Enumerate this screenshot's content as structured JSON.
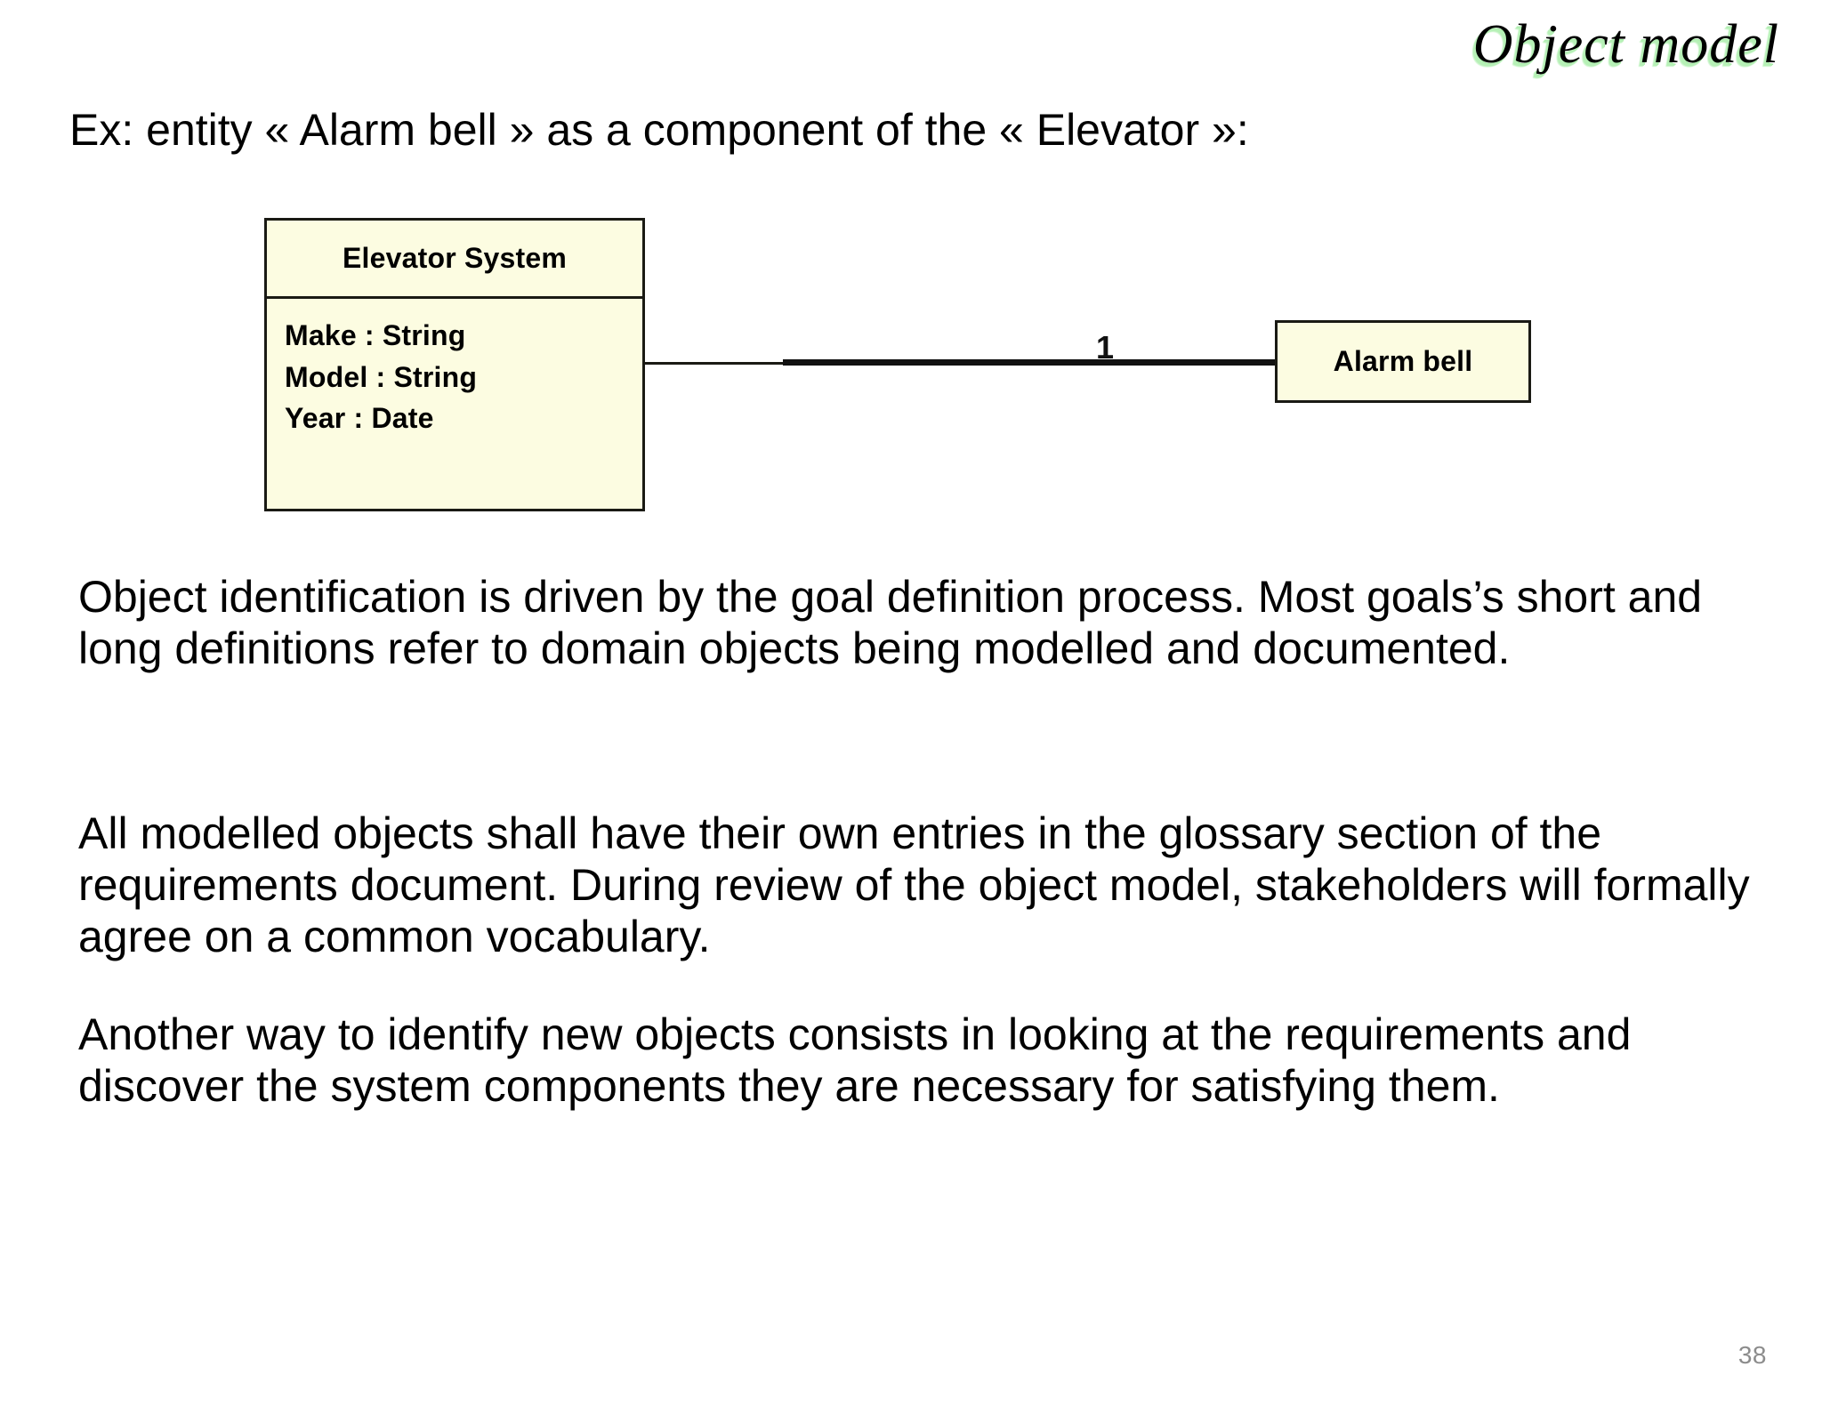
{
  "slide": {
    "title": "Object model",
    "title_accent_color": "#b6f0b6",
    "page_number": "38",
    "intro_line": "Ex: entity « Alarm bell » as a component of the « Elevator »:"
  },
  "diagram": {
    "fill_color": "#fcfce1",
    "stroke_color": "#1a1a14",
    "classes": [
      {
        "name": "Elevator System",
        "attributes": [
          "Make : String",
          "Model : String",
          "Year : Date"
        ]
      },
      {
        "name": "Alarm bell",
        "attributes": []
      }
    ],
    "association": {
      "multiplicity": "1"
    }
  },
  "body": {
    "paragraphs": [
      "Object identification is driven by the goal definition process. Most goals’s short and long definitions refer to domain objects being modelled and documented.",
      "All modelled objects shall have their own entries in the glossary section of the requirements document. During review of the object model, stakeholders will formally agree on a common vocabulary.",
      "Another way to identify new objects consists in looking at the requirements and discover the system components they are necessary for satisfying them."
    ]
  }
}
